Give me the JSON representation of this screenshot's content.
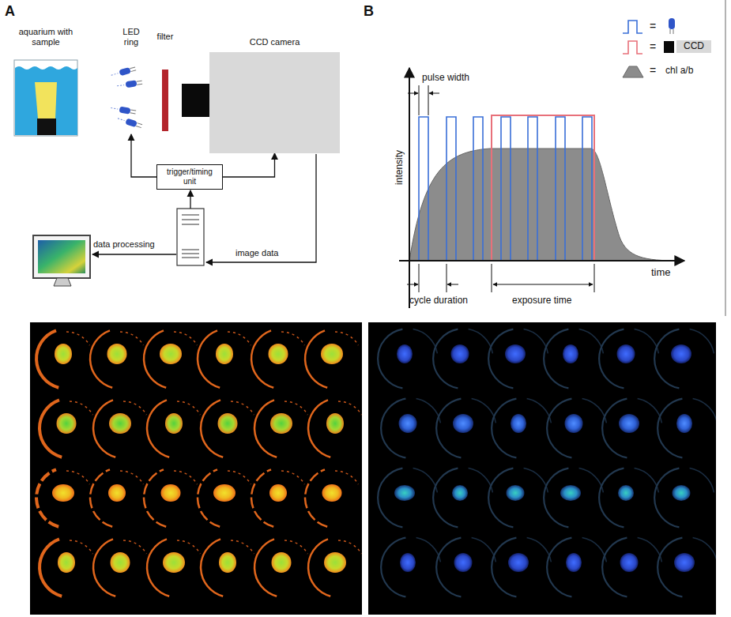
{
  "diagram": {
    "nodes": [
      {
        "text": [
          "aquarium with sample"
        ]
      },
      {
        "text": [
          "LED ring"
        ]
      },
      {
        "text": [
          "filter"
        ]
      },
      {
        "text": [
          "CCD camera"
        ]
      },
      {
        "text": [
          "trigger/timing unit"
        ]
      }
    ],
    "edges": [
      {
        "from": 4,
        "to": 1,
        "arrow": "to"
      },
      {
        "from": 4,
        "to": 3,
        "arrow": "to"
      }
    ],
    "labels": [
      "A",
      "image data",
      "data processing",
      "B",
      "pulse width",
      "intensity",
      "time",
      "cycle duration",
      "exposure time",
      "=",
      "=",
      "CCD",
      "=",
      "chl a/b"
    ]
  }
}
